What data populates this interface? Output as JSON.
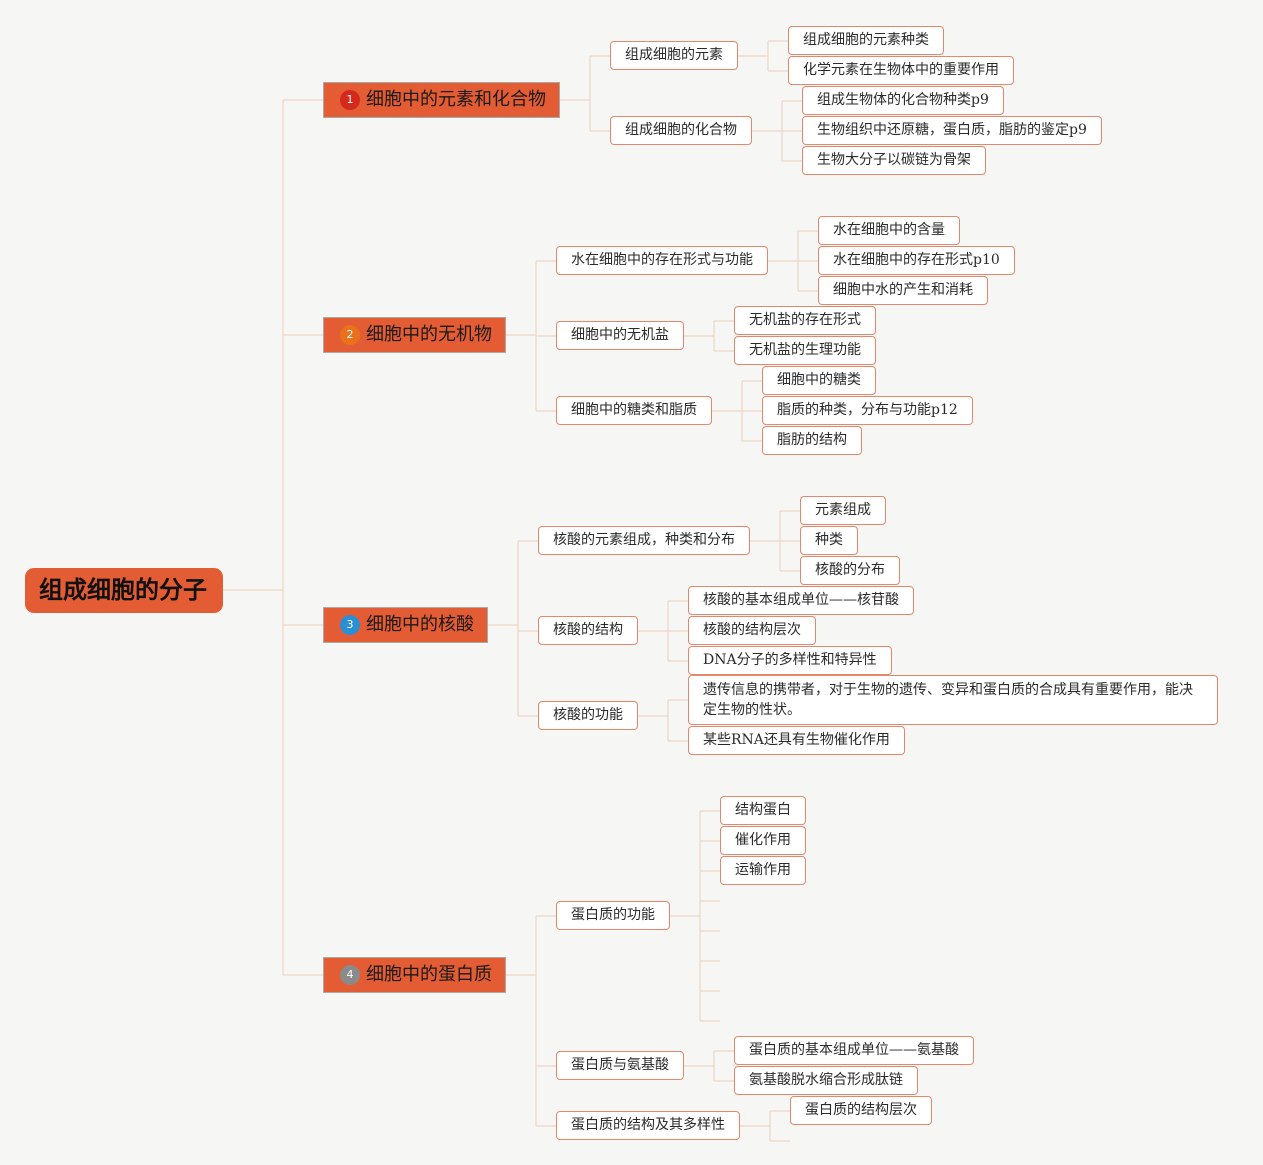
{
  "root": {
    "label": "组成细胞的分子"
  },
  "topics": [
    {
      "number": "1",
      "badge_color": "#d42a1d",
      "label": "细胞中的元素和化合物",
      "children": [
        {
          "label": "组成细胞的元素",
          "children": [
            "组成细胞的元素种类",
            "化学元素在生物体中的重要作用"
          ]
        },
        {
          "label": "组成细胞的化合物",
          "children": [
            "组成生物体的化合物种类p9",
            "生物组织中还原糖，蛋白质，脂肪的鉴定p9",
            "生物大分子以碳链为骨架"
          ]
        }
      ]
    },
    {
      "number": "2",
      "badge_color": "#e9711c",
      "label": "细胞中的无机物",
      "children": [
        {
          "label": "水在细胞中的存在形式与功能",
          "children": [
            "水在细胞中的含量",
            "水在细胞中的存在形式p10",
            "细胞中水的产生和消耗"
          ]
        },
        {
          "label": "细胞中的无机盐",
          "children": [
            "无机盐的存在形式",
            "无机盐的生理功能"
          ]
        },
        {
          "label": "细胞中的糖类和脂质",
          "children": [
            "细胞中的糖类",
            "脂质的种类，分布与功能p12",
            "脂肪的结构"
          ]
        }
      ]
    },
    {
      "number": "3",
      "badge_color": "#2a8fd4",
      "label": "细胞中的核酸",
      "children": [
        {
          "label": "核酸的元素组成，种类和分布",
          "children": [
            "元素组成",
            "种类",
            "核酸的分布"
          ]
        },
        {
          "label": "核酸的结构",
          "children": [
            "核酸的基本组成单位——核苷酸",
            "核酸的结构层次",
            "DNA分子的多样性和特异性"
          ]
        },
        {
          "label": "核酸的功能",
          "children": [
            "遗传信息的携带者，对于生物的遗传、变异和蛋白质的合成具有重要作用，能决定生物的性状。",
            "某些RNA还具有生物催化作用"
          ]
        }
      ]
    },
    {
      "number": "4",
      "badge_color": "#8a8a8a",
      "label": "细胞中的蛋白质",
      "children": [
        {
          "label": "蛋白质的功能",
          "children": [
            "结构蛋白",
            "催化作用",
            "运输作用"
          ]
        },
        {
          "label": "蛋白质与氨基酸",
          "children": [
            "蛋白质的基本组成单位——氨基酸",
            "氨基酸脱水缩合形成肽链"
          ]
        },
        {
          "label": "蛋白质的结构及其多样性",
          "children": [
            "蛋白质的结构层次"
          ]
        }
      ]
    }
  ],
  "colors": {
    "accent": "#e45c33",
    "connector": "#ecd6c4",
    "leaf_border": "#e4876a"
  }
}
